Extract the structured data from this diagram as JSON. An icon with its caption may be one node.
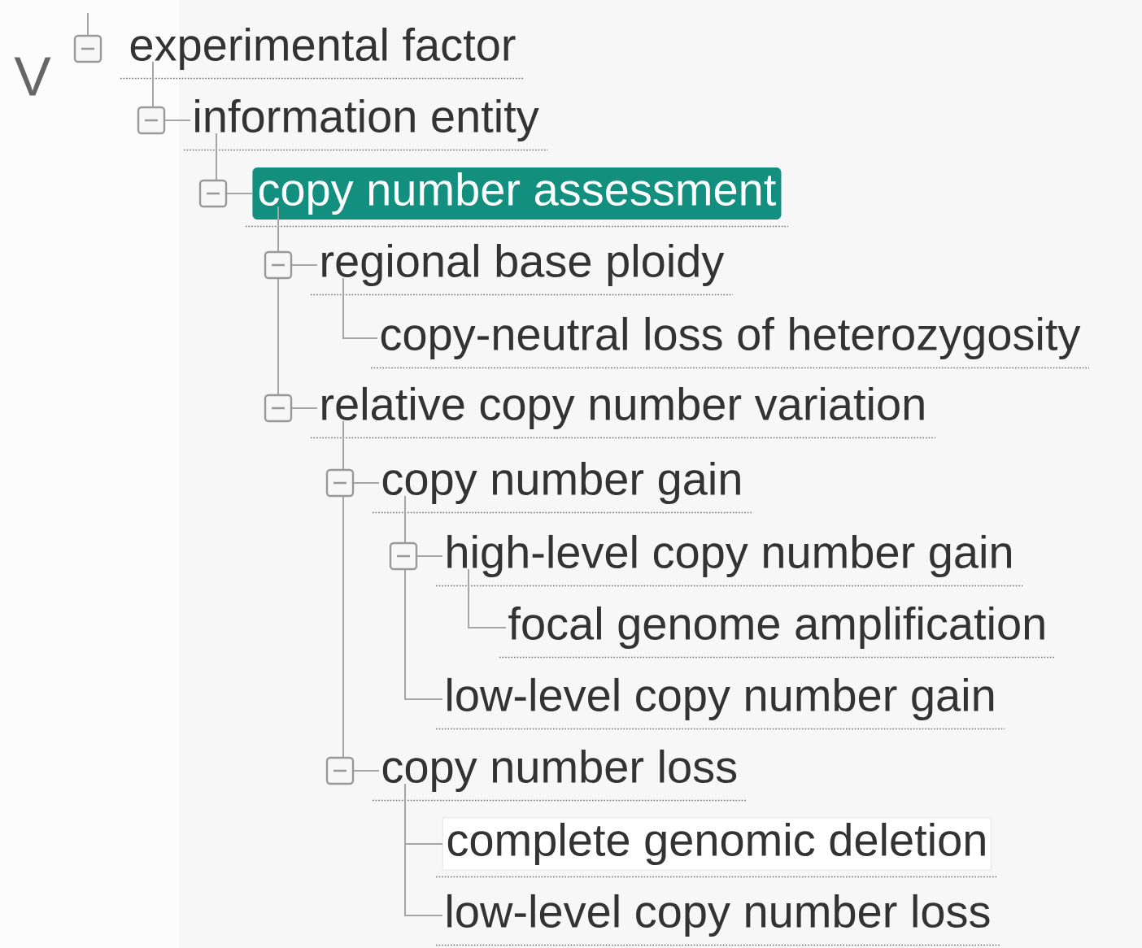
{
  "diagram": {
    "nodes": [
      {
        "text": [
          "experimental factor"
        ]
      },
      {
        "text": [
          "information entity"
        ]
      },
      {
        "text": [
          "copy number assessment"
        ]
      },
      {
        "text": [
          "regional base ploidy"
        ]
      },
      {
        "text": [
          "copy-neutral loss of heterozygosity"
        ]
      },
      {
        "text": [
          "relative copy number variation"
        ]
      },
      {
        "text": [
          "copy number gain"
        ]
      },
      {
        "text": [
          "high-level copy number gain"
        ]
      },
      {
        "text": [
          "focal genome amplification"
        ]
      },
      {
        "text": [
          "low-level copy number gain"
        ]
      },
      {
        "text": [
          "copy number loss"
        ]
      },
      {
        "text": [
          "complete genomic deletion"
        ]
      },
      {
        "text": [
          "low-level copy number loss"
        ]
      }
    ],
    "edges": [
      {
        "from": 0,
        "to": 1,
        "arrow": "none"
      },
      {
        "from": 1,
        "to": 2,
        "arrow": "none"
      },
      {
        "from": 2,
        "to": 3,
        "arrow": "none"
      },
      {
        "from": 3,
        "to": 4,
        "arrow": "none"
      },
      {
        "from": 2,
        "to": 5,
        "arrow": "none"
      },
      {
        "from": 5,
        "to": 6,
        "arrow": "none"
      },
      {
        "from": 6,
        "to": 7,
        "arrow": "none"
      },
      {
        "from": 7,
        "to": 8,
        "arrow": "none"
      },
      {
        "from": 6,
        "to": 9,
        "arrow": "none"
      },
      {
        "from": 5,
        "to": 10,
        "arrow": "none"
      },
      {
        "from": 10,
        "to": 11,
        "arrow": "none"
      },
      {
        "from": 10,
        "to": 12,
        "arrow": "none"
      }
    ],
    "labels": [
      "V"
    ]
  }
}
